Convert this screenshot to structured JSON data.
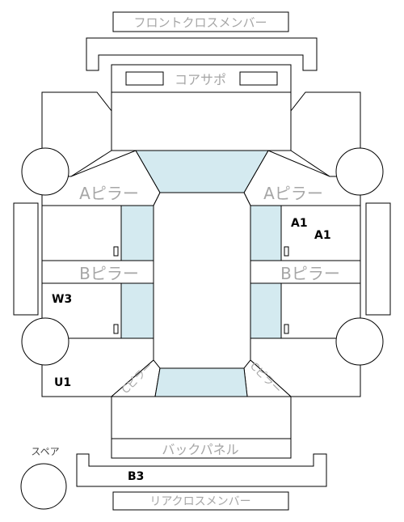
{
  "labels": {
    "front_cross_member": "フロントクロスメンバー",
    "core_support": "コアサポ",
    "a_pillar_left": "Aピラー",
    "a_pillar_right": "Aピラー",
    "b_pillar_left": "Bピラー",
    "b_pillar_right": "Bピラー",
    "c_pillar_left": "Cピラー",
    "c_pillar_right": "Cピラー",
    "back_panel": "バックパネル",
    "rear_cross_member": "リアクロスメンバー",
    "spare": "スペア"
  },
  "damage_codes": {
    "a1_first": "A1",
    "a1_second": "A1",
    "w3": "W3",
    "u1": "U1",
    "b3": "B3"
  },
  "colors": {
    "glass": "#d4eaf0",
    "outline": "#000000",
    "label_gray": "#a6a6a6"
  }
}
